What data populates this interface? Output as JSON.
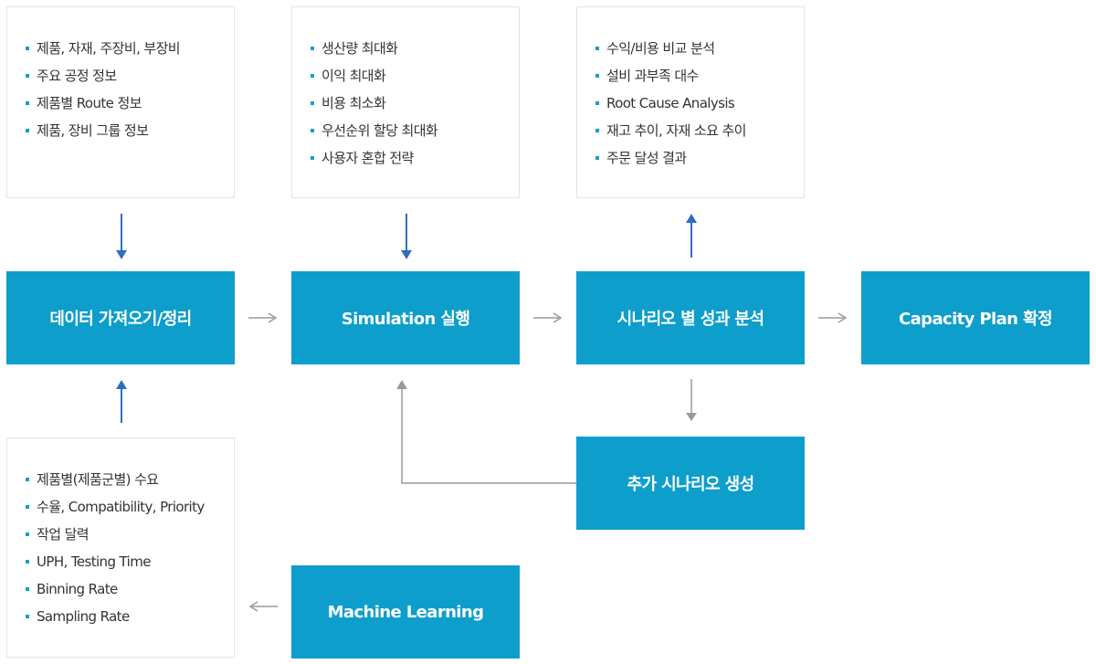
{
  "boxes": {
    "input_data": [
      "제품, 자재, 주장비, 부장비",
      "주요 공정 정보",
      "제품별 Route 정보",
      "제품, 장비 그룹 정보"
    ],
    "objectives": [
      "생산량 최대화",
      "이익 최대화",
      "비용 최소화",
      "우선순위 할당 최대화",
      "사용자 혼합 전략"
    ],
    "analysis_outputs": [
      "수익/비용 비교 분석",
      "설비 과부족 대수",
      "Root Cause Analysis",
      "재고 추이, 자재 소요 추이",
      "주문 달성 결과"
    ],
    "ml_parameters": [
      "제품별(제품군별) 수요",
      "수율, Compatibility, Priority",
      "작업 달력",
      "UPH, Testing Time",
      "Binning Rate",
      "Sampling Rate"
    ]
  },
  "steps": {
    "data_import": "데이터 가져오기/정리",
    "simulation": "Simulation 실행",
    "scenario_analysis": "시나리오 별 성과 분석",
    "capacity_plan": "Capacity Plan 확정",
    "add_scenario": "추가 시나리오 생성",
    "machine_learning": "Machine Learning"
  },
  "colors": {
    "step_fill": "#0d9ecb",
    "arrow_blue": "#2f6dc1",
    "arrow_gray": "#9a9a9a"
  }
}
